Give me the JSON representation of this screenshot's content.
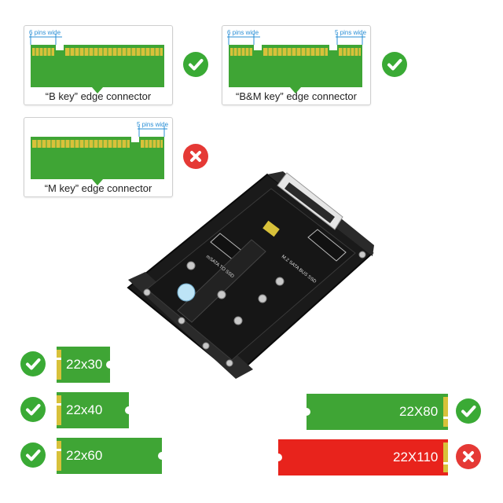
{
  "edge_connectors": [
    {
      "caption": "“B key” edge connector",
      "left_annotation": "6 pins wide",
      "right_annotation": "",
      "status": "supported"
    },
    {
      "caption": "“B&M key” edge connector",
      "left_annotation": "6 pins wide",
      "right_annotation": "5 pins wide",
      "status": "supported"
    },
    {
      "caption": "“M key” edge connector",
      "left_annotation": "",
      "right_annotation": "5 pins wide",
      "status": "not supported"
    }
  ],
  "adapter_labels": {
    "left_slot": "mSATA TO SSD",
    "right_slot": "M.2 SATA BUS SSD"
  },
  "card_sizes": [
    {
      "label": "22x30",
      "status": "supported"
    },
    {
      "label": "22x40",
      "status": "supported"
    },
    {
      "label": "22x60",
      "status": "supported"
    },
    {
      "label": "22X80",
      "status": "supported"
    },
    {
      "label": "22X110",
      "status": "not supported"
    }
  ],
  "colors": {
    "pcb_green": "#3fa535",
    "pin_gold": "#d8c13a",
    "ok_green": "#3aaa35",
    "bad_red": "#e53935",
    "annotation_blue": "#2a8fd6",
    "card_red": "#e8231c"
  }
}
